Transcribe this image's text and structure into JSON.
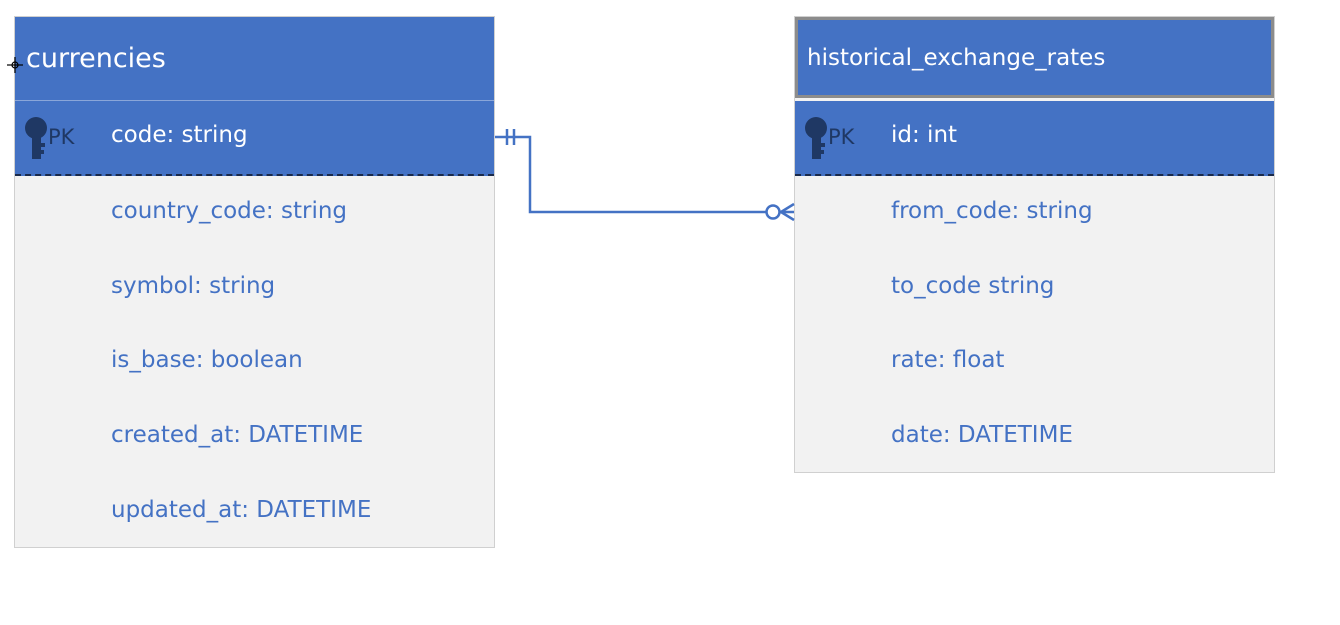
{
  "entities": {
    "currencies": {
      "title": "currencies",
      "pk_label": "PK",
      "pk_field": "code: string",
      "fields": [
        "country_code: string",
        "symbol: string",
        "is_base: boolean",
        "created_at: DATETIME",
        "updated_at: DATETIME"
      ]
    },
    "historical_exchange_rates": {
      "title": "historical_exchange_rates",
      "pk_label": "PK",
      "pk_field": "id: int",
      "fields": [
        "from_code: string",
        "to_code string",
        "rate: float",
        "date: DATETIME"
      ]
    }
  },
  "relationship": {
    "from_cardinality": "exactly-one",
    "to_cardinality": "zero-or-many"
  },
  "colors": {
    "header": "#4472c4",
    "body": "#f2f2f2",
    "field_text": "#4472c4",
    "key_icon": "#1f3864"
  },
  "icons": {
    "key": "key-icon",
    "cursor": "move-cursor-icon"
  }
}
